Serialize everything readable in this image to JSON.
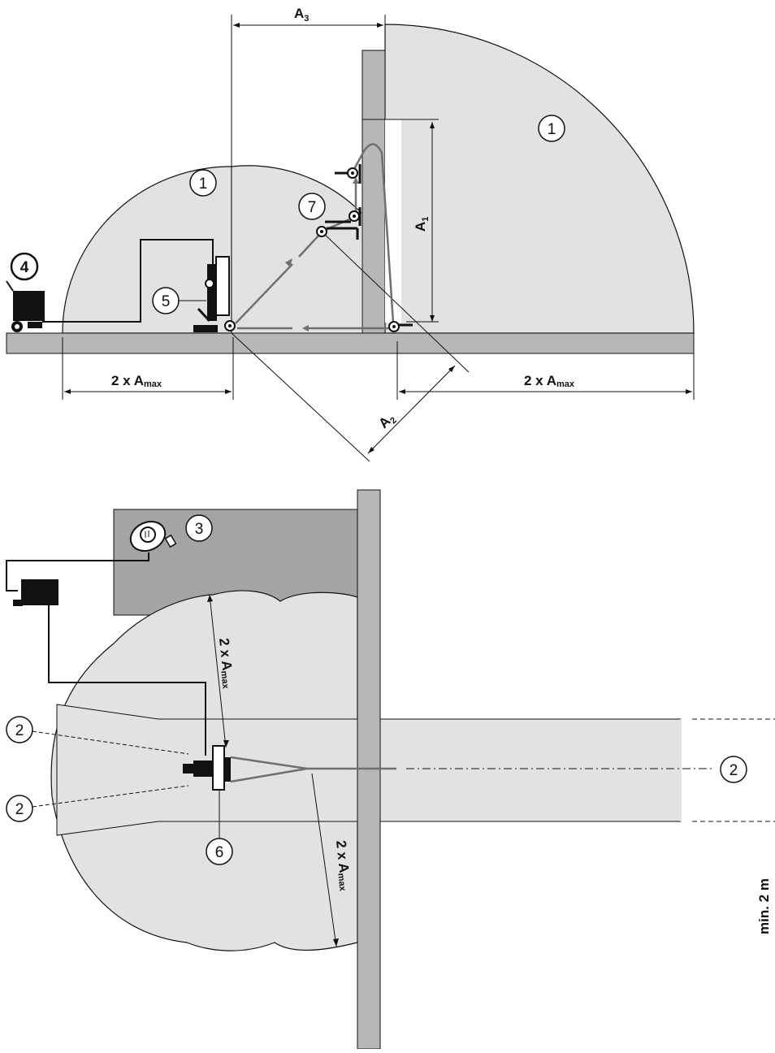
{
  "labels": {
    "a3": "A",
    "a3_sub": "3",
    "a1": "A",
    "a1_sub": "1",
    "a2": "A",
    "a2_sub": "2",
    "left_span_prefix": "2 x A",
    "left_span_sub": "max",
    "right_span_prefix": "2 x A",
    "right_span_sub": "max",
    "upper_radius_prefix": "2 x A",
    "upper_radius_sub": "max",
    "lower_radius_prefix": "2 x A",
    "lower_radius_sub": "max",
    "min_width": "min. 2 m"
  },
  "callouts": {
    "zone_left": "1",
    "zone_right": "1",
    "operator_area": "3",
    "power_unit": "4",
    "drill_stand": "5",
    "motor": "6",
    "wall_path": "7",
    "core_left_top": "2",
    "core_left_bottom": "2",
    "core_right": "2"
  },
  "colors": {
    "zone_fill": "#e2e2e3",
    "wall_fill": "#b7b7b9",
    "operator_fill": "#a4a4a6",
    "line": "#111111",
    "path_line": "#707070"
  }
}
